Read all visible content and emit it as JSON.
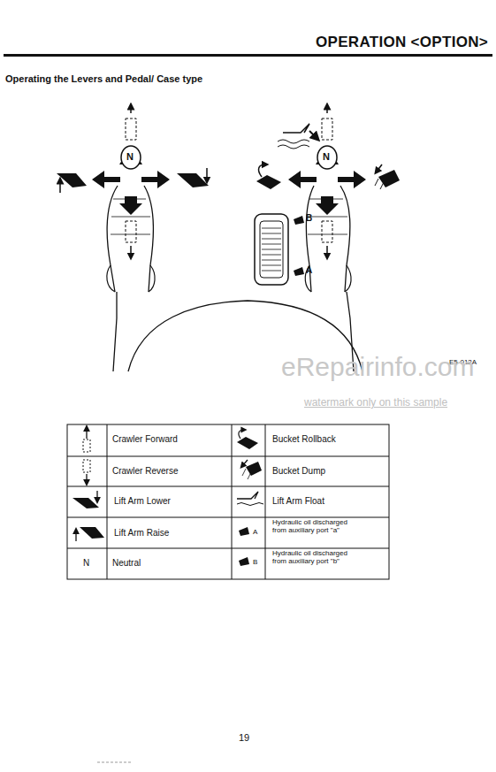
{
  "diagram": {
    "title": "OPERATION <OPTION>",
    "labels": [
      "Operating the Levers and Pedal/ Case type",
      "N",
      "N",
      "B",
      "A",
      "E5-012A",
      "eRepairinfo.com",
      "watermark only on this sample",
      "Crawler Forward",
      "Crawler Reverse",
      "Lift Arm Lower",
      "Lift Arm Raise",
      "N",
      "Neutral",
      "Bucket Rollback",
      "Bucket Dump",
      "Lift Arm Float",
      "A",
      "Hydraulic oil discharged from auxiliary port \"a\"",
      "B",
      "Hydraulic oil discharged from auxiliary port \"b\"",
      "19"
    ]
  }
}
